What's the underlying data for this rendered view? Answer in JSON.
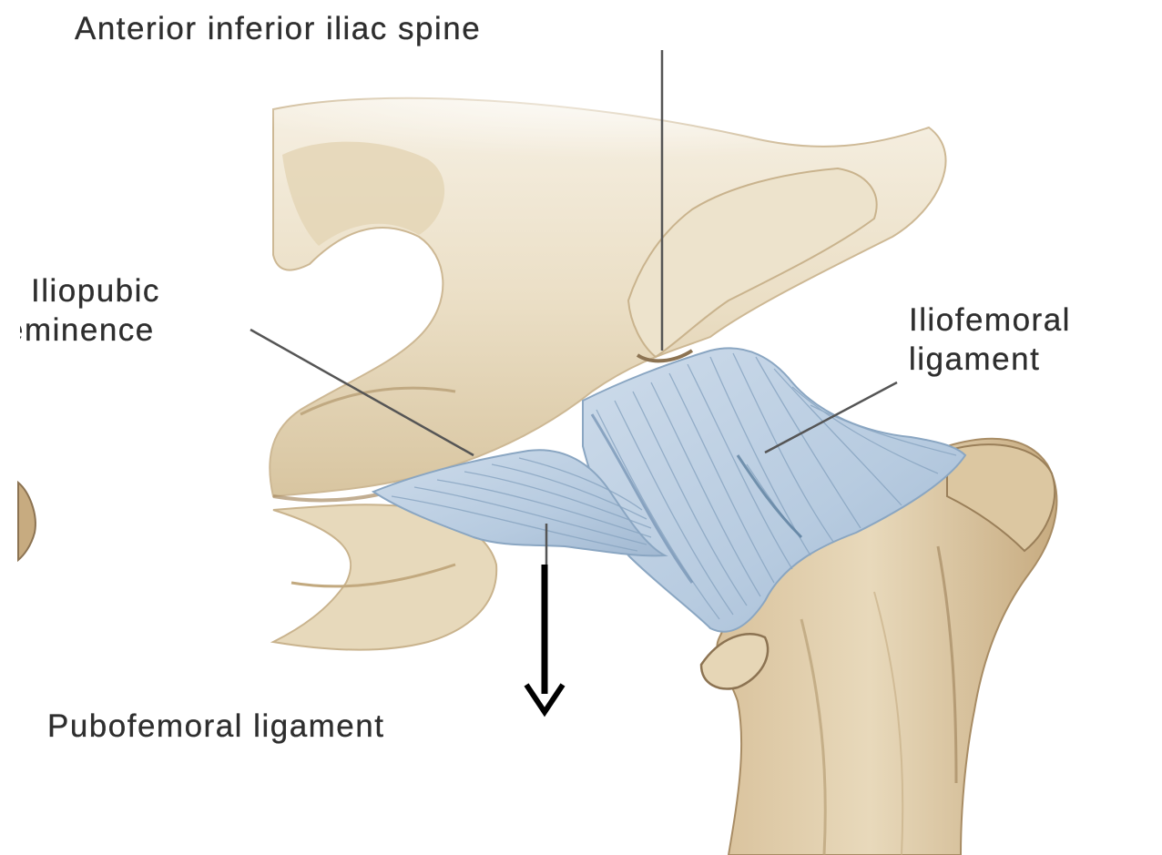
{
  "labels": {
    "anterior_inferior_iliac_spine": "Anterior inferior iliac spine",
    "iliopubic_eminence_line1": "Iliopubic",
    "iliopubic_eminence_line2": "eminence",
    "iliofemoral_ligament_line1": "Iliofemoral",
    "iliofemoral_ligament_line2": "ligament",
    "pubofemoral_ligament": "Pubofemoral ligament"
  },
  "colors": {
    "bone": "#eadfc6",
    "bone_shadow": "#b89f76",
    "bone_dark": "#8c7352",
    "ligament": "#b9cde0",
    "ligament_fiber": "#8aa6c2",
    "leader_line": "#555555",
    "arrow": "#000000",
    "background": "#ffffff"
  }
}
